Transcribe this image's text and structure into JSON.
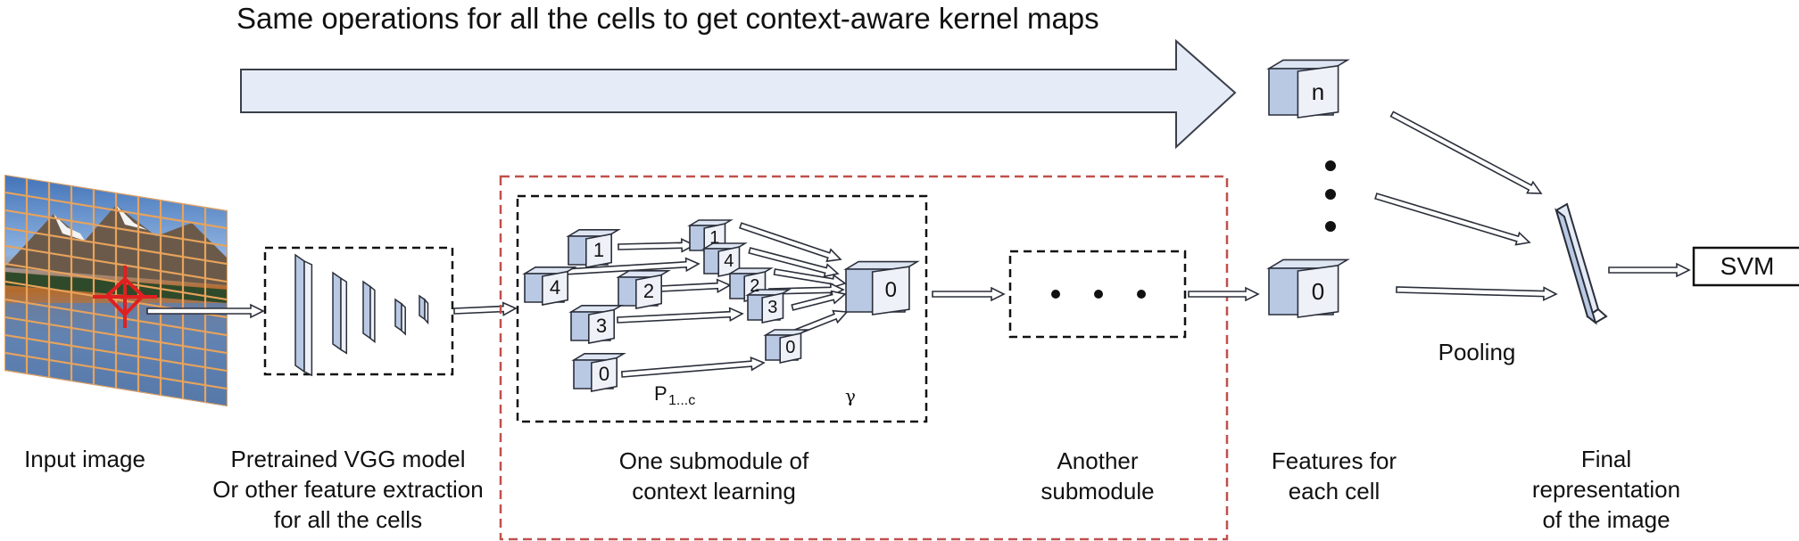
{
  "banner": "Same operations for all the cells to get context-aware kernel maps",
  "labels": {
    "input_image": "Input image",
    "vgg": [
      "Pretrained VGG model",
      "Or other feature extraction",
      "for all the cells"
    ],
    "submodule_one": [
      "One submodule of",
      "context learning"
    ],
    "submodule_two": [
      "Another",
      "submodule"
    ],
    "features": [
      "Features for",
      "each cell"
    ],
    "pooling": "Pooling",
    "final": [
      "Final",
      "representation",
      "of the image"
    ]
  },
  "svm": "SVM",
  "cube_labels": {
    "cell_n": "n",
    "cell_0": "0",
    "sub_in": [
      "1",
      "4",
      "2",
      "3",
      "0"
    ],
    "sub_mid": [
      "1",
      "4",
      "2",
      "3",
      "0"
    ],
    "sub_out": "0"
  },
  "greek": {
    "p_label": "P",
    "p_sub": "1...c",
    "gamma": "γ"
  },
  "colors": {
    "cube_front": "#eef1f7",
    "cube_face": "#b9c9e4",
    "cube_top": "#dde5f3",
    "cube_stroke": "#2b2f3a",
    "banner_arrow": "#e6ecf7",
    "grid_lines": "#e8a35c",
    "red_box": "#c0504d",
    "marker": "#e02020"
  }
}
